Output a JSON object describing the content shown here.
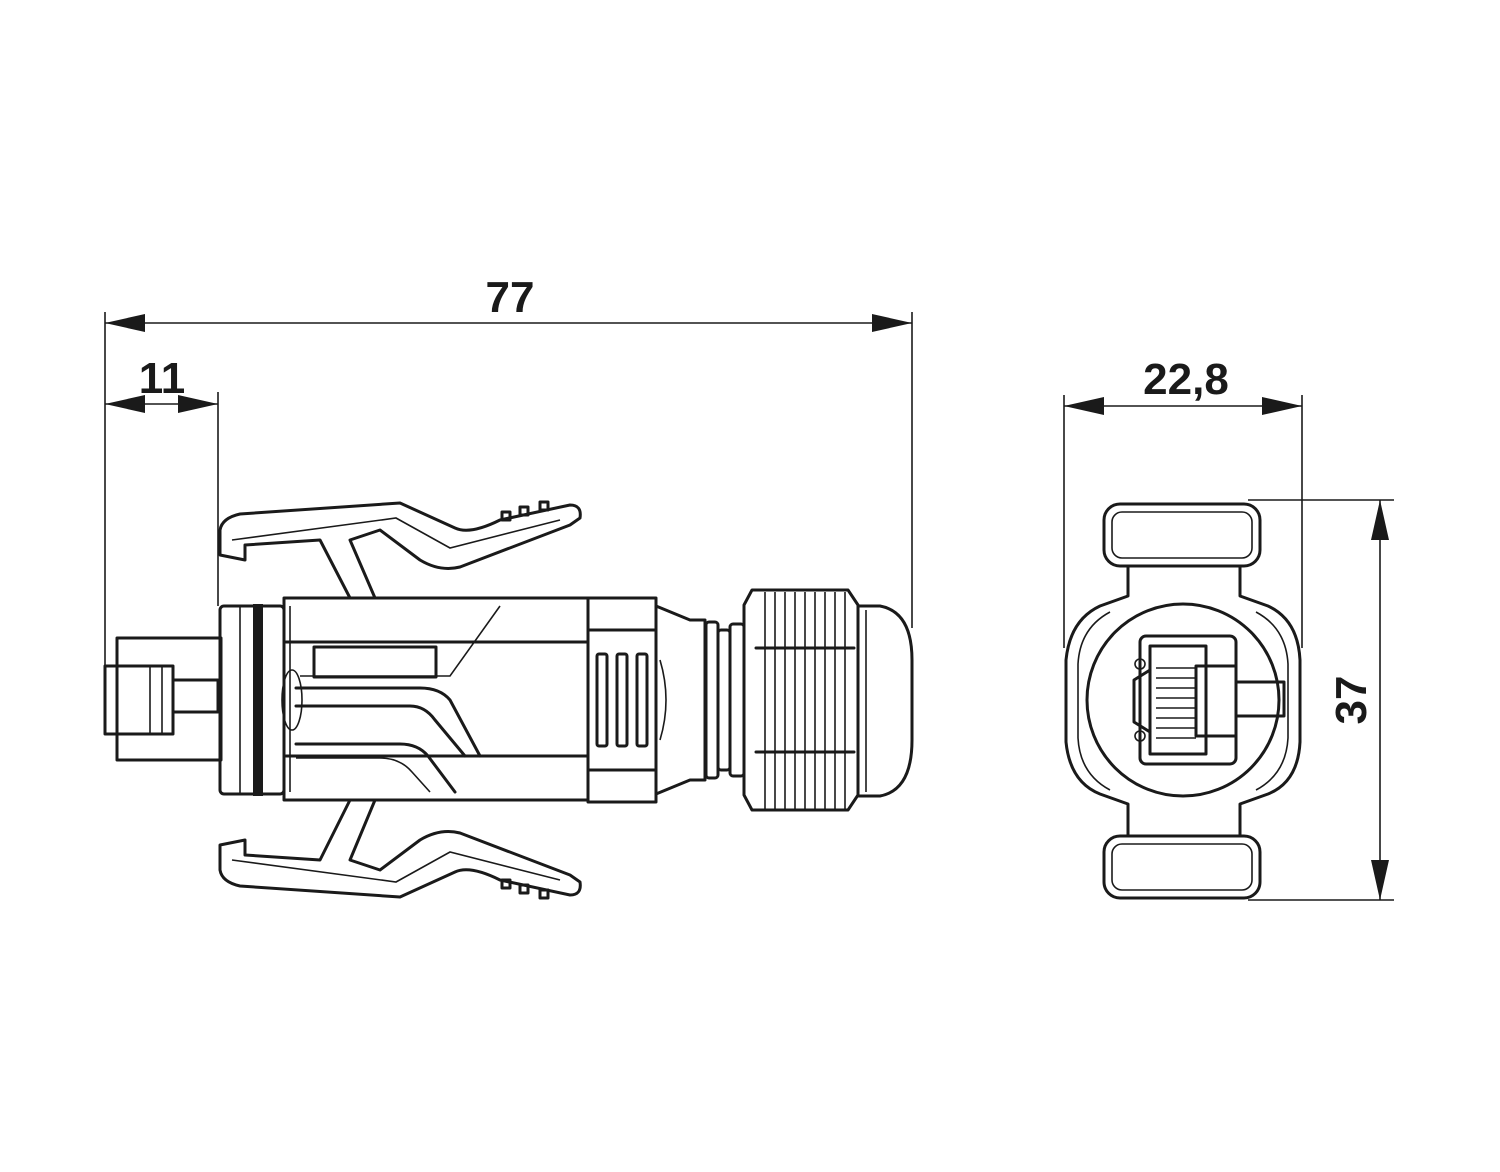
{
  "dimensions": {
    "overall_length": "77",
    "plug_length": "11",
    "width": "22,8",
    "height": "37"
  }
}
